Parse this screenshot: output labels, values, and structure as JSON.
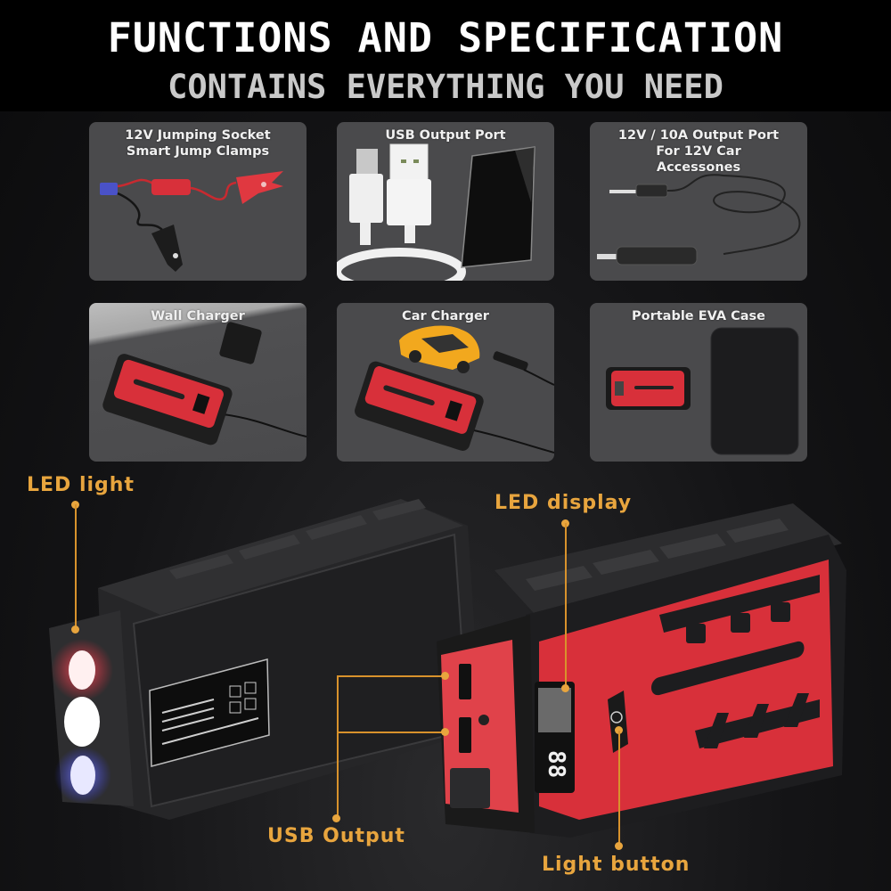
{
  "header": {
    "title": "FUNCTIONS AND SPECIFICATION",
    "subtitle": "CONTAINS EVERYTHING YOU NEED"
  },
  "tiles": [
    {
      "label": "12V Jumping Socket Smart Jump Clamps",
      "icon": "jumper-clamps-icon"
    },
    {
      "label": "USB Output Port",
      "icon": "usb-cable-phone-icon"
    },
    {
      "label": "12V / 10A Output Port For 12V Car Accessones",
      "icon": "car-accessory-cable-icon"
    },
    {
      "label": "Wall Charger",
      "icon": "wall-charger-icon"
    },
    {
      "label": "Car Charger",
      "icon": "car-charger-icon"
    },
    {
      "label": "Portable EVA Case",
      "icon": "eva-case-icon"
    }
  ],
  "callouts": {
    "led_light": "LED light",
    "led_display": "LED display",
    "usb_output": "USB Output",
    "light_button": "Light button"
  },
  "display": {
    "digits": "88"
  },
  "colors": {
    "accent_orange": "#e8a53e",
    "device_red": "#d8303a",
    "device_black": "#1f1f21",
    "tile_bg": "#4a4a4c"
  }
}
